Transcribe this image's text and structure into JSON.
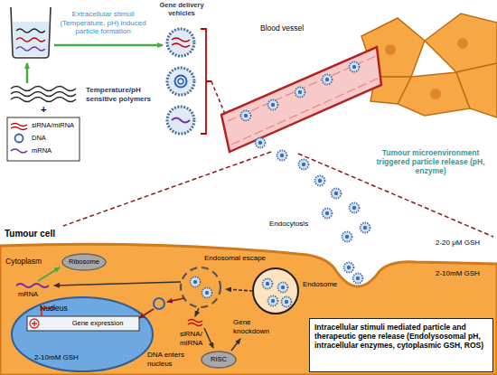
{
  "diagram": {
    "nodes": [
      {
        "text": [
          "Blood vessel"
        ]
      },
      {
        "text": [
          "Tumour cell"
        ]
      },
      {
        "text": [
          "Ribosome"
        ],
        "in": 1
      },
      {
        "text": [
          "Endosome"
        ],
        "in": 1
      },
      {
        "text": [
          "Nucleus",
          "Gene expression",
          "2-10mM GSH"
        ],
        "in": 1
      },
      {
        "text": [
          "RISC"
        ],
        "in": 1
      },
      {
        "text": [
          "Intracellular stimuli mediated particle and therapeutic gene release (Endolysosomal pH, intracellular enzymes, cytoplasmic GSH, ROS)"
        ],
        "in": 1
      }
    ],
    "labels": [
      "Extracellular stimuli (Temperature, pH) induced particle formation",
      "Gene delivery vehicles",
      "Temperature/pH sensitive polymers",
      "+",
      "Tumour microenvironment triggered particle release (pH, enzyme)",
      "Endocytosis",
      "2-20 μM GSH",
      "2-10mM GSH",
      "Cytoplasm",
      "mRNA",
      "Endosomal escape",
      "DNA enters nucleus",
      "siRNA/ miRNA",
      "Gene knockdown"
    ],
    "legend": [
      {
        "text": "siRNA/miRNA"
      },
      {
        "text": "DNA"
      },
      {
        "text": "mRNA"
      }
    ]
  }
}
